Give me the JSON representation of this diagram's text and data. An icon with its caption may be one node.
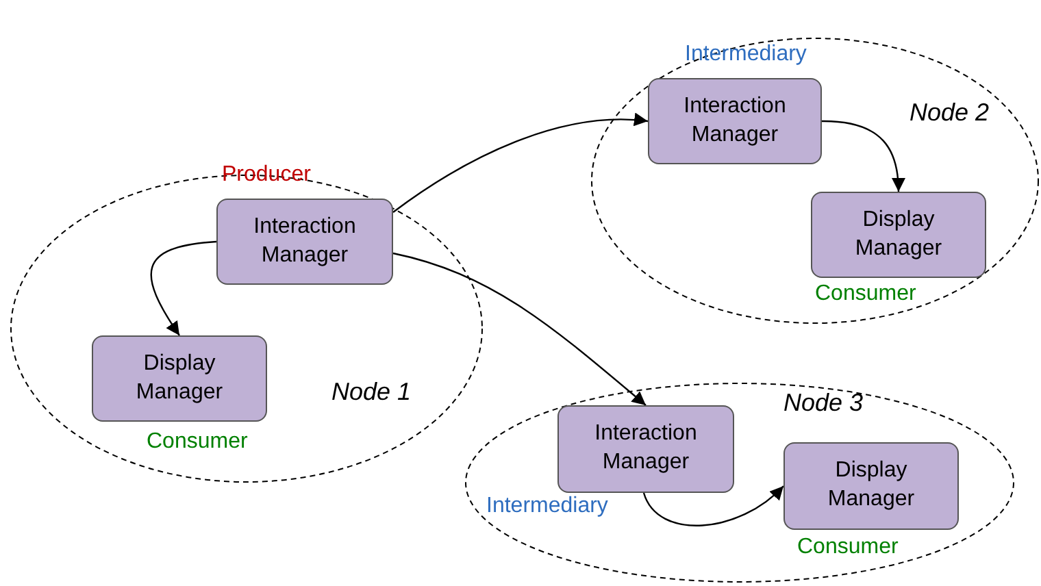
{
  "diagram": {
    "nodes": [
      {
        "text": [
          "Node 1"
        ]
      },
      {
        "text": [
          "Interaction Manager"
        ],
        "in": 0,
        "beside": [
          "Producer"
        ]
      },
      {
        "text": [
          "Display Manager"
        ],
        "in": 0,
        "beside": [
          "Consumer"
        ]
      },
      {
        "text": [
          "Node 2"
        ]
      },
      {
        "text": [
          "Interaction Manager"
        ],
        "in": 3,
        "beside": [
          "Intermediary"
        ]
      },
      {
        "text": [
          "Display Manager"
        ],
        "in": 3,
        "beside": [
          "Consumer"
        ]
      },
      {
        "text": [
          "Node 3"
        ]
      },
      {
        "text": [
          "Interaction Manager"
        ],
        "in": 6,
        "beside": [
          "Intermediary"
        ]
      },
      {
        "text": [
          "Display Manager"
        ],
        "in": 6,
        "beside": [
          "Consumer"
        ]
      }
    ],
    "edges": [
      {
        "from": 1,
        "to": 2,
        "arrow": "to"
      },
      {
        "from": 1,
        "to": 4,
        "arrow": "to"
      },
      {
        "from": 1,
        "to": 7,
        "arrow": "to"
      },
      {
        "from": 4,
        "to": 5,
        "arrow": "to"
      },
      {
        "from": 7,
        "to": 8,
        "arrow": "to"
      }
    ]
  }
}
